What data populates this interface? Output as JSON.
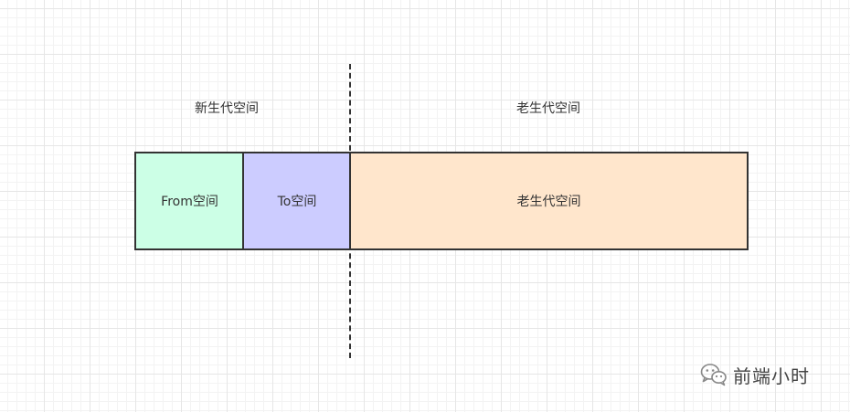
{
  "labels": {
    "young_generation": "新生代空间",
    "old_generation": "老生代空间"
  },
  "blocks": {
    "from": {
      "label": "From空间",
      "color": "#ccffe6"
    },
    "to": {
      "label": "To空间",
      "color": "#ccccff"
    },
    "old": {
      "label": "老生代空间",
      "color": "#ffe6cc"
    }
  },
  "watermark": {
    "icon": "wechat-icon",
    "text": "前端小时"
  }
}
